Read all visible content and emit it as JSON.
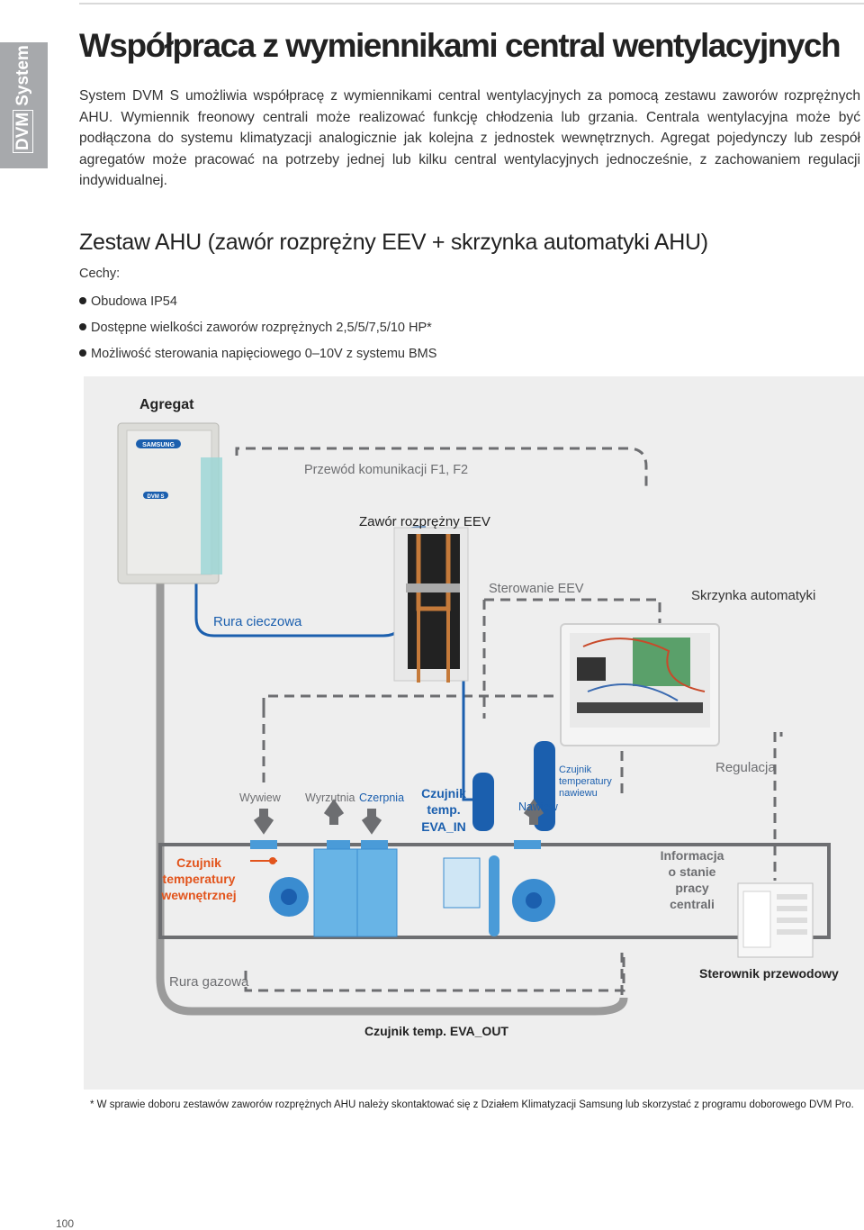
{
  "sidebar": {
    "badge": "DVM",
    "label": "System"
  },
  "page": {
    "title": "Współpraca z wymiennikami central wentylacyjnych",
    "intro": "System DVM S umożliwia współpracę z wymiennikami central wentylacyjnych za pomocą zestawu zaworów rozprężnych AHU. Wymiennik freonowy centrali może realizować funkcję chłodzenia lub grzania. Centrala wentylacyjna może być podłączona do systemu klimatyzacji analogicznie jak kolejna z jednostek wewnętrznych. Agregat pojedynczy lub zespół agregatów może pracować na potrzeby jednej lub kilku central wentylacyjnych jednocześnie, z zachowaniem regulacji indywidualnej.",
    "section_title": "Zestaw AHU (zawór rozprężny EEV + skrzynka automatyki AHU)",
    "features_label": "Cechy:",
    "features": [
      "Obudowa IP54",
      "Dostępne wielkości zaworów rozprężnych 2,5/5/7,5/10 HP*",
      "Możliwość sterowania napięciowego 0–10V z systemu BMS"
    ],
    "footnote": "* W sprawie doboru zestawów zaworów rozprężnych AHU należy skontaktować się z Działem Klimatyzacji Samsung lub skorzystać z programu doborowego DVM Pro.",
    "page_number": "100"
  },
  "diagram": {
    "agregat": "Agregat",
    "samsung_logo": "SAMSUNG",
    "dvm_logo": "DVM S",
    "comm_line": "Przewód komunikacji F1, F2",
    "eev_valve": "Zawór rozprężny EEV",
    "eev_control": "Sterowanie EEV",
    "automation_box": "Skrzynka automatyki",
    "liquid_pipe": "Rura cieczowa",
    "intake": "Wywiew",
    "exhaust": "Wyrzutnia",
    "fresh_air": "Czerpnia",
    "eva_in_sensor": [
      "Czujnik",
      "temp.",
      "EVA_IN"
    ],
    "supply_sensor": [
      "Czujnik",
      "temperatury",
      "nawiewu"
    ],
    "supply": "Nawiew",
    "regulation": "Regulacja",
    "indoor_sensor": [
      "Czujnik",
      "temperatury",
      "wewnętrznej"
    ],
    "status_info": [
      "Informacja",
      "o stanie",
      "pracy",
      "centrali"
    ],
    "gas_pipe": "Rura gazowa",
    "wired_controller": "Sterownik przewodowy",
    "eva_out_sensor": "Czujnik temp. EVA_OUT",
    "colors": {
      "blue_pipe": "#1b5fae",
      "dashed_line": "#6d6e71",
      "red_label": "#e2541c",
      "grey_pipe": "#9b9b9b"
    }
  }
}
